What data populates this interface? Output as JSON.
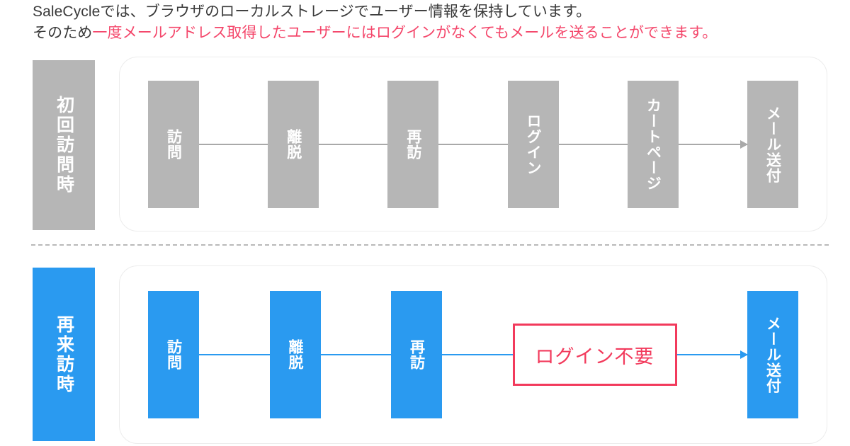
{
  "header": {
    "line1": "SaleCycleでは、ブラウザのローカルストレージでユーザー情報を保持しています。",
    "line2_prefix": "そのため",
    "line2_highlight": "一度メールアドレス取得したユーザーにはログインがなくてもメールを送ることができます。"
  },
  "colors": {
    "gray": "#b6b6b6",
    "blue": "#2a9af0",
    "red": "#f23a5c",
    "pink_text": "#f4476b",
    "dark_text": "#3a3a3a",
    "divider": "#b9b9b9",
    "panel_border": "#ececec"
  },
  "rows": [
    {
      "id": "first-visit",
      "label": "初回訪問時",
      "accent": "#b6b6b6",
      "steps": [
        {
          "label": "訪問"
        },
        {
          "label": "離脱"
        },
        {
          "label": "再訪"
        },
        {
          "label": "ログイン"
        },
        {
          "label": "カートページ"
        },
        {
          "label": "メール送付"
        }
      ]
    },
    {
      "id": "return-visit",
      "label": "再来訪時",
      "accent": "#2a9af0",
      "steps": [
        {
          "label": "訪問"
        },
        {
          "label": "離脱"
        },
        {
          "label": "再訪"
        },
        {
          "label": "メール送付"
        }
      ],
      "callout": "ログイン不要"
    }
  ],
  "divider": {
    "style": "dashed"
  }
}
